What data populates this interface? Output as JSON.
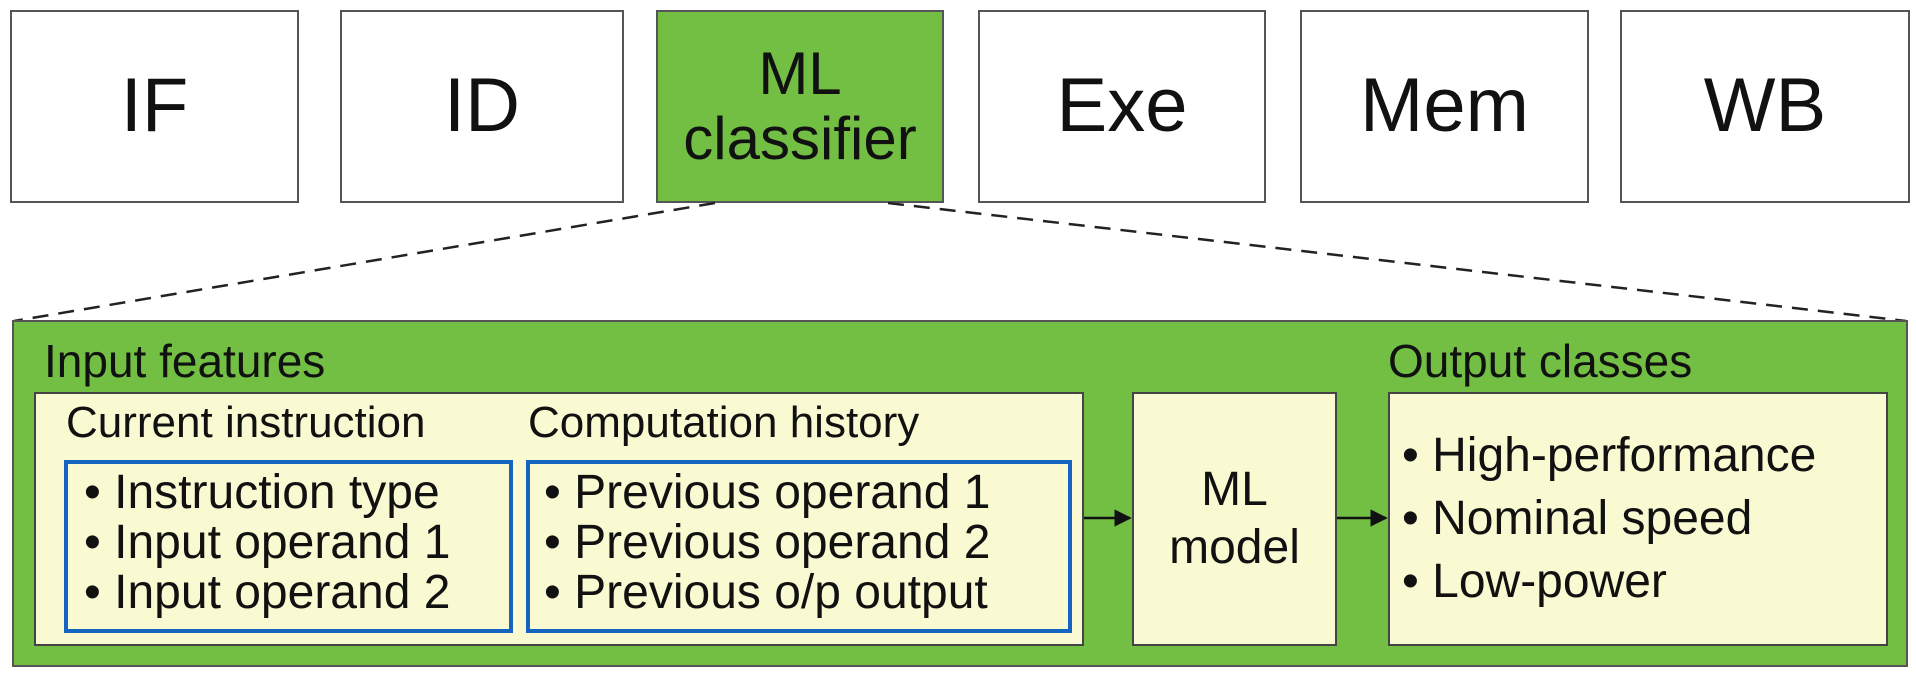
{
  "pipeline": {
    "stages": [
      "IF",
      "ID",
      "ML classifier",
      "Exe",
      "Mem",
      "WB"
    ],
    "highlight_color": "#72bf44"
  },
  "detail": {
    "input_title": "Input features",
    "current_instruction": {
      "title": "Current instruction",
      "items": [
        "Instruction type",
        "Input operand 1",
        "Input operand 2"
      ]
    },
    "computation_history": {
      "title": "Computation history",
      "items": [
        "Previous operand 1",
        "Previous operand 2",
        "Previous o/p output"
      ]
    },
    "model_label": "ML model",
    "output_title": "Output classes",
    "output_items": [
      "High-performance",
      "Nominal speed",
      "Low-power"
    ]
  },
  "colors": {
    "panel": "#72bf44",
    "cream": "#fafad2",
    "blue": "#1565c0"
  }
}
